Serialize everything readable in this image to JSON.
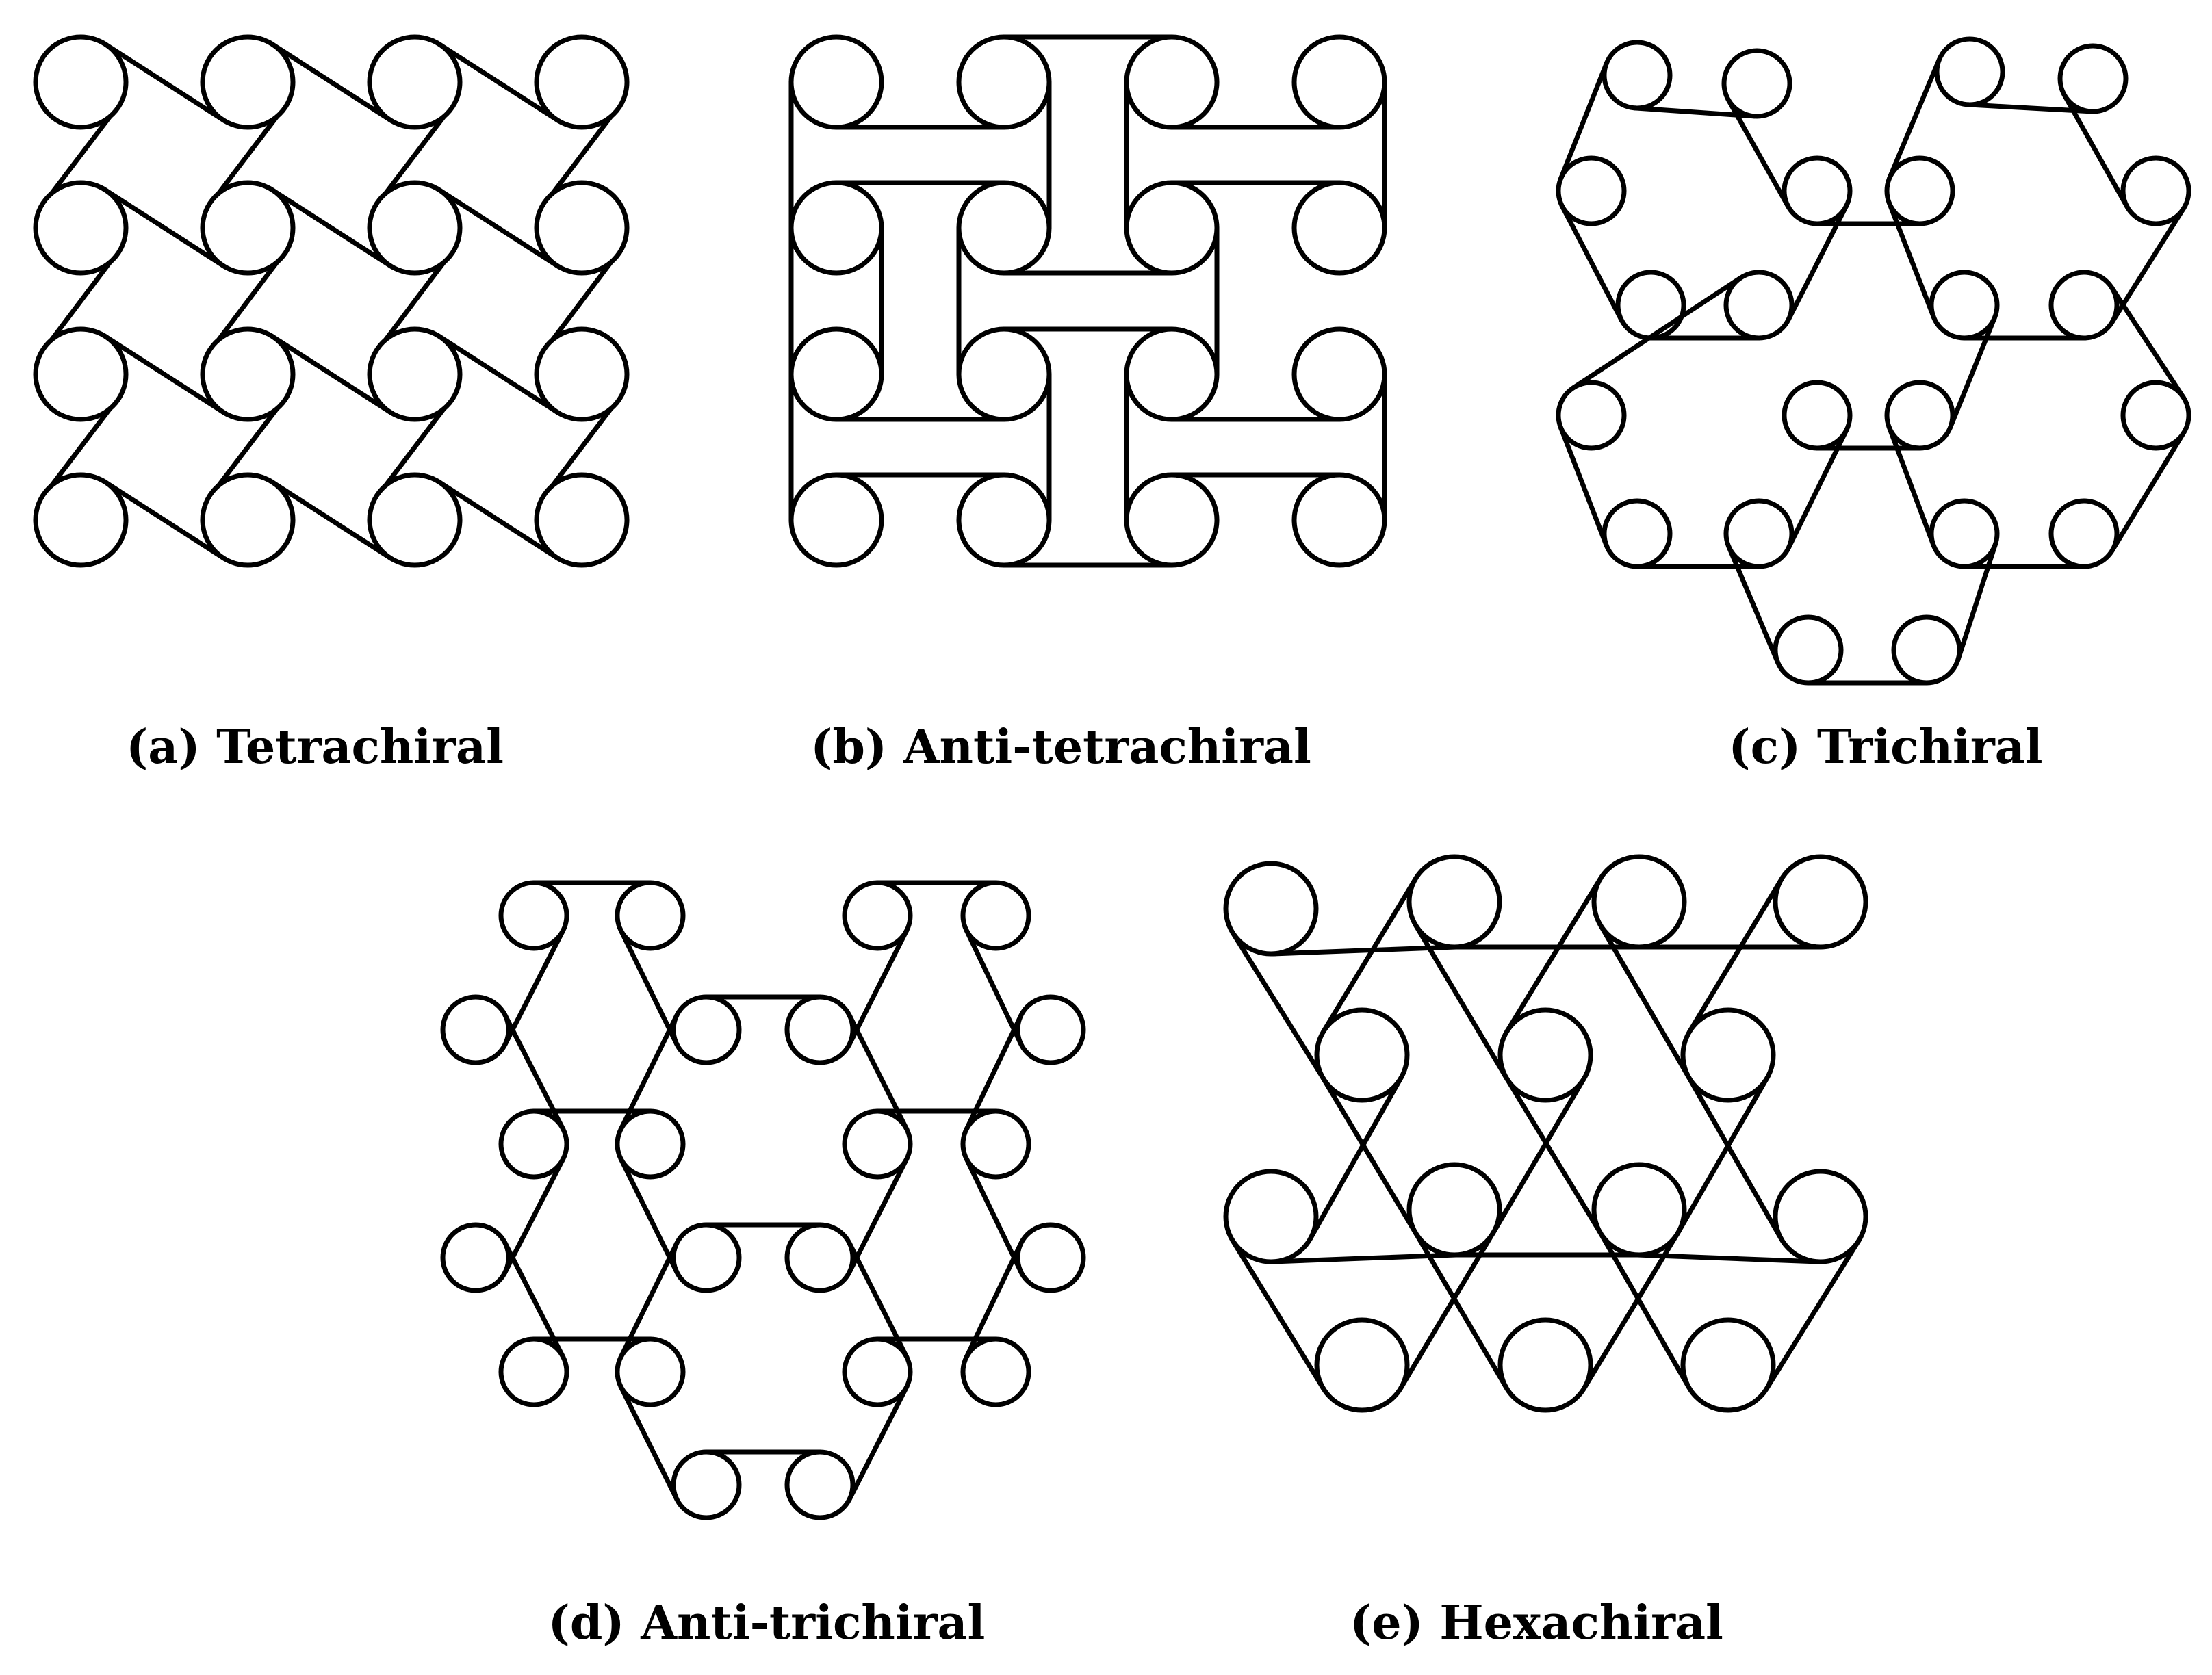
{
  "figure": {
    "panels": [
      {
        "id": "a",
        "caption": "(a) Tetrachiral"
      },
      {
        "id": "b",
        "caption": "(b) Anti-tetrachiral"
      },
      {
        "id": "c",
        "caption": "(c) Trichiral"
      },
      {
        "id": "d",
        "caption": "(d) Anti-trichiral"
      },
      {
        "id": "e",
        "caption": "(e) Hexachiral"
      }
    ]
  },
  "colors": {
    "stroke": "#000000",
    "background": "#ffffff"
  }
}
